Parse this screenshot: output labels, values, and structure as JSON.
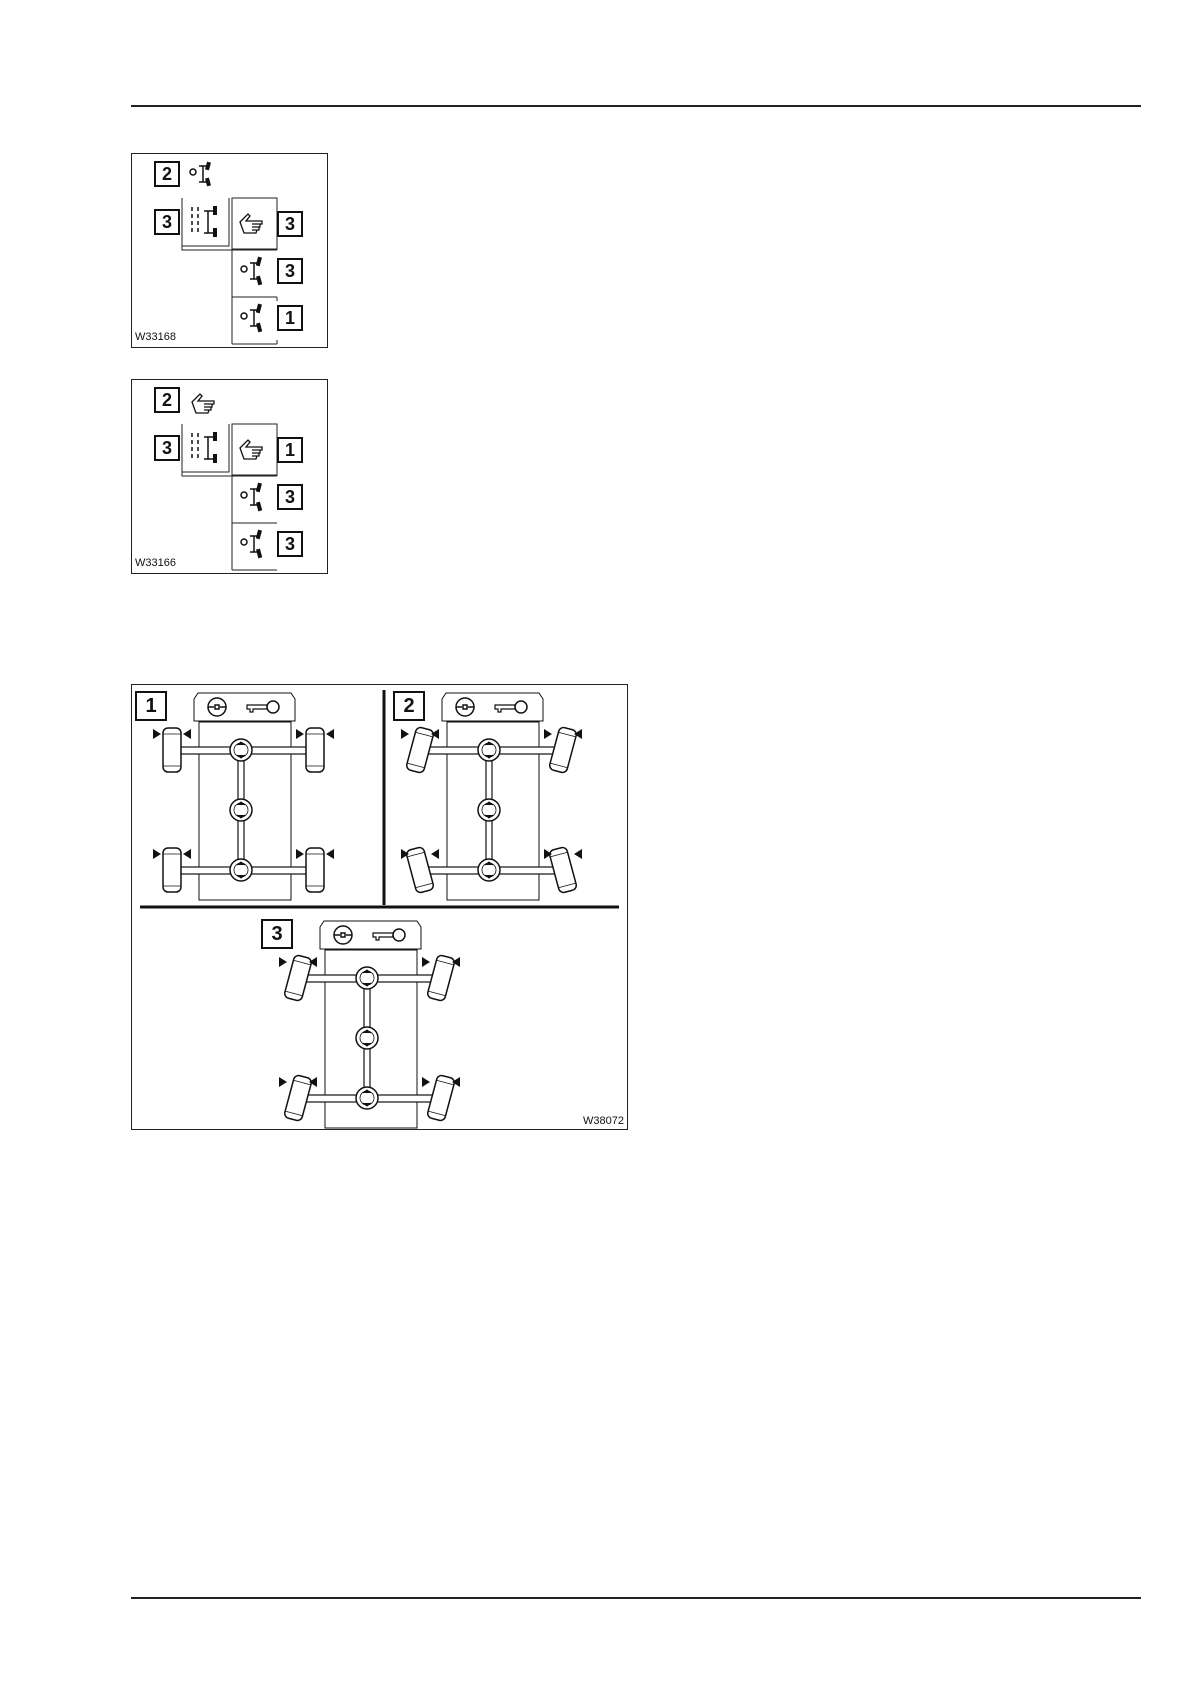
{
  "figures": [
    {
      "id": "W33168",
      "header_number": "2",
      "header_icon": "steering-auto-icon",
      "left_number": "3",
      "left_icon": "axle-separated-icon",
      "options": [
        {
          "icon": "hand-manual-icon",
          "number": "3"
        },
        {
          "icon": "steering-auto-icon",
          "number": "3"
        },
        {
          "icon": "steering-auto-icon",
          "number": "1"
        }
      ]
    },
    {
      "id": "W33166",
      "header_number": "2",
      "header_icon": "hand-manual-icon",
      "left_number": "3",
      "left_icon": "axle-separated-icon",
      "options": [
        {
          "icon": "hand-manual-icon",
          "number": "1"
        },
        {
          "icon": "steering-auto-icon",
          "number": "3"
        },
        {
          "icon": "steering-auto-icon",
          "number": "3"
        }
      ]
    }
  ],
  "steering_figure": {
    "id": "W38072",
    "panels": [
      {
        "number": "1",
        "mode": "straight-ahead",
        "icons": [
          "steering-wheel-icon",
          "key-icon"
        ]
      },
      {
        "number": "2",
        "mode": "all-wheel-steer",
        "icons": [
          "steering-wheel-icon",
          "key-icon"
        ]
      },
      {
        "number": "3",
        "mode": "crab-steer",
        "icons": [
          "steering-wheel-icon",
          "key-icon"
        ]
      }
    ]
  }
}
